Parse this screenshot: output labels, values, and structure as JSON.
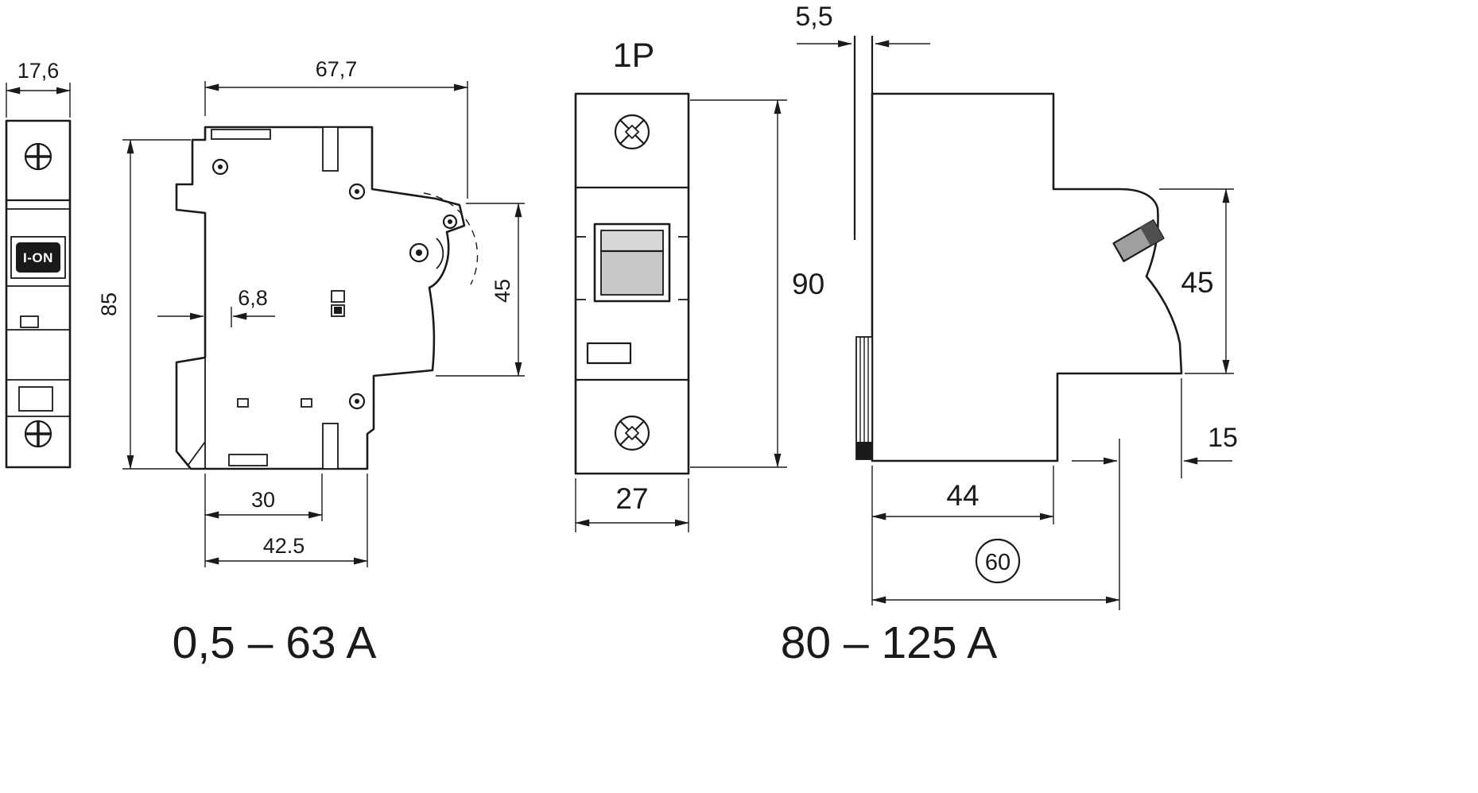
{
  "drawing": {
    "front_view_small": {
      "width": "17,6",
      "switch_label": "I-ON"
    },
    "side_view_small": {
      "top_width": "67,7",
      "height": "85",
      "offset": "6,8",
      "front_height": "45",
      "lower_width": "30",
      "total_depth": "42.5"
    },
    "rating_left": "0,5 – 63 A",
    "front_view_1p": {
      "label": "1P",
      "height": "90",
      "width": "27"
    },
    "side_view_right": {
      "rail_gap": "5,5",
      "front_height": "45",
      "handle_depth": "15",
      "base_depth": "44",
      "total_depth": "60"
    },
    "rating_right": "80 – 125 A"
  }
}
